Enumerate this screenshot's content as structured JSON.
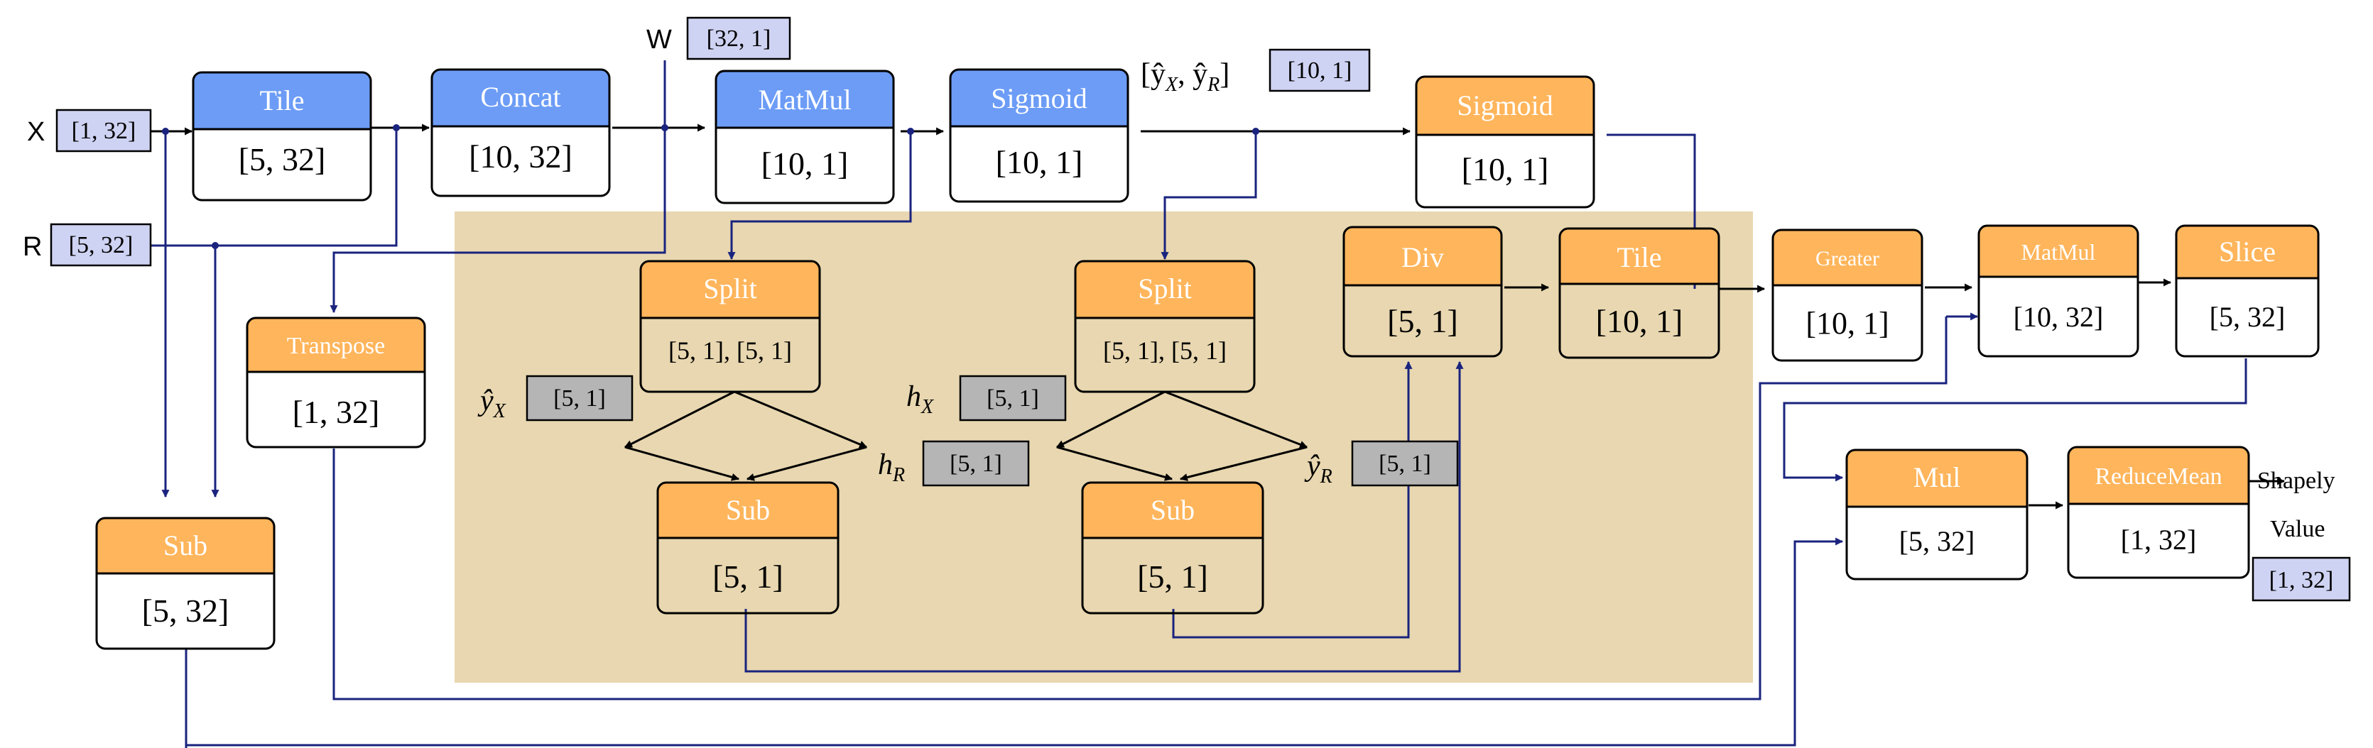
{
  "colors": {
    "blue_header": "#6c9cf6",
    "orange_header": "#ffb55b",
    "shaded_region": "#e8d7b0",
    "tag_blue": "#cfd3f3",
    "tag_gray": "#b5b5b5",
    "arrow_navy": "#1a237e",
    "arrow_black": "#000000"
  },
  "inputs": {
    "x_label": "X",
    "x_shape": "[1, 32]",
    "r_label": "R",
    "r_shape": "[5, 32]",
    "w_label": "W",
    "w_shape": "[32, 1]",
    "yhat_label": "[ŷ",
    "yhat_sub_x": "X",
    "yhat_sep": ", ŷ",
    "yhat_sub_r": "R",
    "yhat_close": "]",
    "yhat_shape": "[10, 1]"
  },
  "nodes": {
    "tile1": {
      "op": "Tile",
      "shape": "[5, 32]"
    },
    "concat": {
      "op": "Concat",
      "shape": "[10, 32]"
    },
    "matmul1": {
      "op": "MatMul",
      "shape": "[10, 1]"
    },
    "sigmoid1": {
      "op": "Sigmoid",
      "shape": "[10, 1]"
    },
    "sigmoid2": {
      "op": "Sigmoid",
      "shape": "[10, 1]"
    },
    "transpose": {
      "op": "Transpose",
      "shape": "[1, 32]"
    },
    "sub_left": {
      "op": "Sub",
      "shape": "[5, 32]"
    },
    "split1": {
      "op": "Split",
      "shape": "[5, 1], [5, 1]"
    },
    "split2": {
      "op": "Split",
      "shape": "[5, 1], [5, 1]"
    },
    "sub1": {
      "op": "Sub",
      "shape": "[5, 1]"
    },
    "sub2": {
      "op": "Sub",
      "shape": "[5, 1]"
    },
    "div": {
      "op": "Div",
      "shape": "[5, 1]"
    },
    "tile2": {
      "op": "Tile",
      "shape": "[10, 1]"
    },
    "greater": {
      "op": "Greater",
      "shape": "[10, 1]"
    },
    "matmul2": {
      "op": "MatMul",
      "shape": "[10, 32]"
    },
    "slice": {
      "op": "Slice",
      "shape": "[5, 32]"
    },
    "mul": {
      "op": "Mul",
      "shape": "[5, 32]"
    },
    "reducemean": {
      "op": "ReduceMean",
      "shape": "[1, 32]"
    }
  },
  "tags": {
    "yx": {
      "sym": "ŷ",
      "sub": "X",
      "shape": "[5, 1]"
    },
    "hr": {
      "sym": "h",
      "sub": "R",
      "shape": "[5, 1]"
    },
    "hx": {
      "sym": "h",
      "sub": "X",
      "shape": "[5, 1]"
    },
    "yr": {
      "sym": "ŷ",
      "sub": "R",
      "shape": "[5, 1]"
    }
  },
  "output": {
    "line1": "Shapely",
    "line2": "Value",
    "shape": "[1, 32]"
  }
}
